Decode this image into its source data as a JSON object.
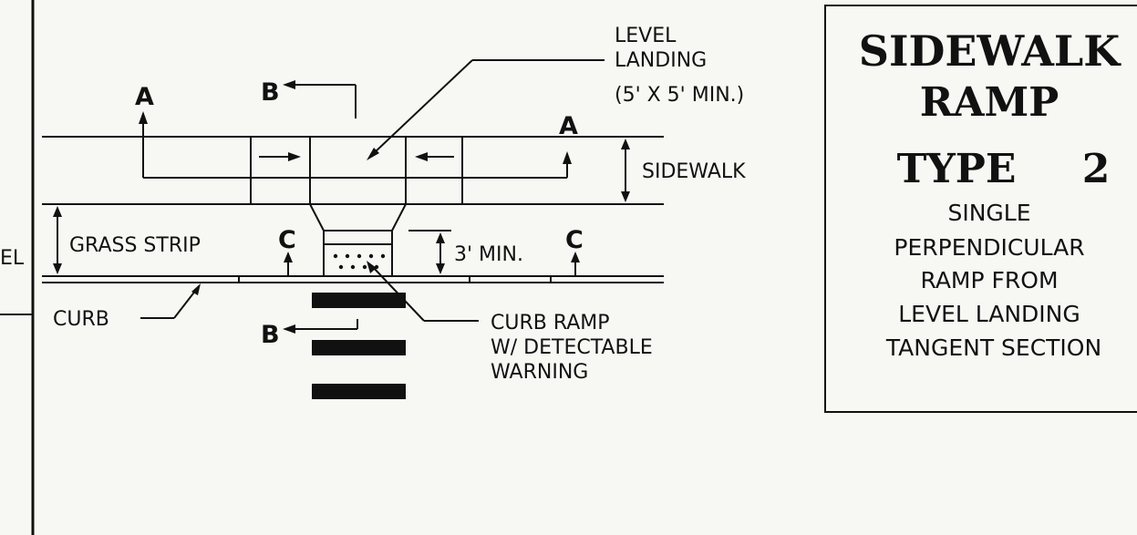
{
  "drawing": {
    "section_labels": {
      "a_left": "A",
      "a_right": "A",
      "b_top": "B",
      "b_bottom": "B",
      "c_left": "C",
      "c_right": "C"
    },
    "callouts": {
      "level_landing_line1": "LEVEL",
      "level_landing_line2": "LANDING",
      "level_landing_line3": "(5' X 5' MIN.)",
      "sidewalk": "SIDEWALK",
      "grass_strip": "GRASS STRIP",
      "three_ft_min": "3' MIN.",
      "curb": "CURB",
      "curb_ramp_line1": "CURB RAMP",
      "curb_ramp_line2": "W/ DETECTABLE",
      "curb_ramp_line3": "WARNING",
      "left_edge_fragment": "EL"
    }
  },
  "title_block": {
    "line1": "SIDEWALK",
    "line2": "RAMP",
    "line3_type": "TYPE",
    "line3_num": "2",
    "desc_line1": "SINGLE",
    "desc_line2": "PERPENDICULAR",
    "desc_line3": "RAMP FROM",
    "desc_line4": "LEVEL LANDING",
    "desc_line5": "TANGENT SECTION"
  }
}
